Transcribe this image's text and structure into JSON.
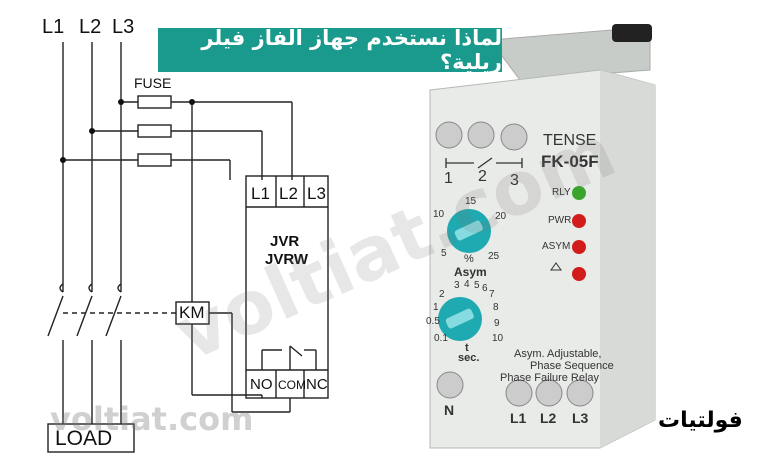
{
  "title": "لماذا نستخدم جهاز الفاز فيلر ريلية؟",
  "watermark": "voltiat.com",
  "bottom_watermark": "voltiat.com",
  "brand_ar": "فولتيات",
  "schematic": {
    "phase_labels": [
      "L1",
      "L2",
      "L3"
    ],
    "fuse": "FUSE",
    "relay_terminals": [
      "L1",
      "L2",
      "L3"
    ],
    "relay_models": [
      "JVR",
      "JVRW"
    ],
    "contacts": [
      "NO",
      "COM",
      "NC"
    ],
    "contactor": "KM",
    "load": "LOAD"
  },
  "device": {
    "brand": "TENSE",
    "model": "FK-05F",
    "terminal_numbers": [
      "1",
      "2",
      "3"
    ],
    "leds": [
      "RLY",
      "PWR",
      "ASYM"
    ],
    "asym_scale": [
      "15",
      "20",
      "25",
      "10",
      "5"
    ],
    "asym_unit": "%",
    "asym_label": "Asym",
    "time_scale": [
      "2",
      "3",
      "4",
      "5",
      "6",
      "7",
      "8",
      "10",
      "1",
      "0.5",
      "0.1",
      "9"
    ],
    "time_unit": "t",
    "time_label": "sec.",
    "desc_lines": [
      "Asym. Adjustable,",
      "Phase Sequence",
      "Phase Failure Relay"
    ],
    "bottom_terminals": [
      "N",
      "L1",
      "L2",
      "L3"
    ],
    "colors": {
      "led_green": "#3aa52c",
      "led_red": "#d21c1c",
      "knob": "#1fa9b0",
      "body": "#e9ebe8"
    }
  }
}
